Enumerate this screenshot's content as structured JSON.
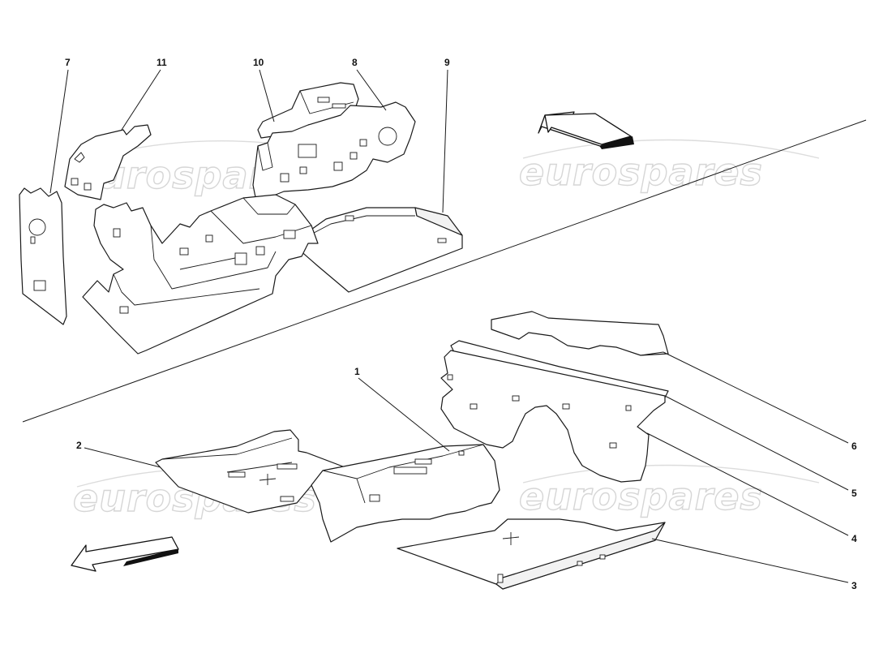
{
  "diagram": {
    "watermark": "eurospares",
    "callouts": [
      {
        "id": "1",
        "label": "1"
      },
      {
        "id": "2",
        "label": "2"
      },
      {
        "id": "3",
        "label": "3"
      },
      {
        "id": "4",
        "label": "4"
      },
      {
        "id": "5",
        "label": "5"
      },
      {
        "id": "6",
        "label": "6"
      },
      {
        "id": "7",
        "label": "7"
      },
      {
        "id": "8",
        "label": "8"
      },
      {
        "id": "9",
        "label": "9"
      },
      {
        "id": "10",
        "label": "10"
      },
      {
        "id": "11",
        "label": "11"
      }
    ],
    "colors": {
      "line": "#1a1a1a",
      "watermark": "#d6d6d6",
      "background": "#ffffff"
    }
  }
}
